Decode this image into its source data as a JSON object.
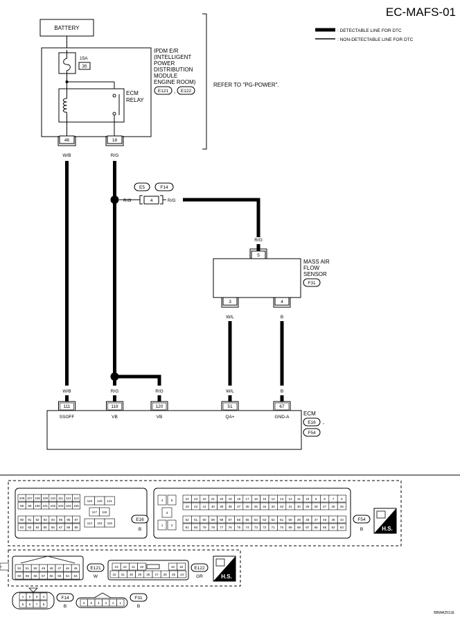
{
  "title": "EC-MAFS-01",
  "legend": {
    "detectable": ": DETECTABLE LINE FOR DTC",
    "non_detectable": ": NON-DETECTABLE LINE FOR DTC"
  },
  "battery": "BATTERY",
  "fuse": {
    "amps": "15A",
    "number": "35"
  },
  "ipdm": {
    "label_lines": [
      "IPDM E/R",
      "(INTELLIGENT",
      "POWER",
      "DISTRIBUTION",
      "MODULE",
      "ENGINE ROOM)"
    ],
    "connectors": [
      "E121",
      "E122"
    ],
    "separator": ","
  },
  "ecm_relay": [
    "ECM",
    "RELAY"
  ],
  "refer": "REFER TO \"PG-POWER\".",
  "ipdm_terminals": {
    "t46": "46",
    "t18": "18"
  },
  "wire_colors": {
    "wb": "W/B",
    "rg": "R/G",
    "wl": "W/L",
    "b": "B"
  },
  "joint": {
    "connectors": [
      "E5",
      "F14"
    ],
    "terminal": "4"
  },
  "maf": {
    "label_lines": [
      "MASS AIR",
      "FLOW",
      "SENSOR"
    ],
    "connector": "F31",
    "terminals": {
      "t5": "5",
      "t3": "3",
      "t4": "4"
    }
  },
  "ecm": {
    "label": "ECM",
    "connectors": [
      "E16",
      "F54"
    ],
    "separator": ",",
    "terminals": [
      {
        "num": "111",
        "name": "SSOFF"
      },
      {
        "num": "119",
        "name": "VB"
      },
      {
        "num": "120",
        "name": "VB"
      },
      {
        "num": "51",
        "name": "QA+"
      },
      {
        "num": "67",
        "name": "GND-A"
      }
    ]
  },
  "conn_e16": {
    "id": "E16",
    "color": "B",
    "rows_a": [
      [
        "106",
        "107",
        "108",
        "109",
        "110",
        "111",
        "112",
        "113"
      ],
      [
        "98",
        "99",
        "100",
        "101",
        "102",
        "103",
        "104",
        "105"
      ],
      [
        "90",
        "91",
        "92",
        "93",
        "94",
        "95",
        "96",
        "97"
      ],
      [
        "82",
        "83",
        "84",
        "85",
        "86",
        "87",
        "88",
        "89"
      ]
    ],
    "mid_top": [
      "119",
      "120",
      "121"
    ],
    "mid_mid": [
      "117",
      "118"
    ],
    "mid_bot": [
      "114",
      "115",
      "116"
    ]
  },
  "conn_f54": {
    "id": "F54",
    "color": "B",
    "left": [
      "4",
      "5",
      "3",
      "1",
      "2"
    ],
    "rows": [
      [
        "24",
        "23",
        "22",
        "21",
        "20",
        "19",
        "18",
        "17",
        "16",
        "15",
        "14",
        "13",
        "12",
        "11",
        "10",
        "9",
        "8",
        "7",
        "6"
      ],
      [
        "43",
        "42",
        "41",
        "40",
        "39",
        "38",
        "37",
        "36",
        "35",
        "34",
        "33",
        "32",
        "31",
        "30",
        "29",
        "28",
        "27",
        "26",
        "25"
      ],
      [
        "62",
        "61",
        "60",
        "59",
        "58",
        "57",
        "56",
        "55",
        "54",
        "53",
        "52",
        "51",
        "50",
        "49",
        "48",
        "47",
        "46",
        "45",
        "44"
      ],
      [
        "81",
        "80",
        "79",
        "78",
        "77",
        "76",
        "75",
        "74",
        "73",
        "72",
        "71",
        "70",
        "69",
        "68",
        "67",
        "66",
        "65",
        "64",
        "63"
      ]
    ]
  },
  "conn_e121": {
    "id": "E121",
    "color": "W",
    "rows": [
      [
        "52",
        "51",
        "50",
        "49",
        "48",
        "47",
        "46",
        "45"
      ],
      [
        "60",
        "59",
        "58",
        "57",
        "56",
        "55",
        "54",
        "53"
      ]
    ]
  },
  "conn_e122": {
    "id": "E122",
    "color": "GR",
    "rows": [
      [
        "23",
        "22",
        "21",
        "20",
        "",
        "19",
        "18",
        "17"
      ],
      [
        "32",
        "31",
        "30",
        "29",
        "28",
        "27",
        "26",
        "25",
        "24"
      ]
    ]
  },
  "conn_f14": {
    "id": "F14",
    "color": "B",
    "rows": [
      [
        "1",
        "2",
        "3",
        "4"
      ],
      [
        "5",
        "6",
        "7",
        "8"
      ]
    ]
  },
  "conn_f31": {
    "id": "F31",
    "color": "B",
    "pins": [
      "6",
      "5",
      "4",
      "3",
      "2",
      "1"
    ]
  },
  "hs_mark": "H.S.",
  "code": "BBWA2511E"
}
